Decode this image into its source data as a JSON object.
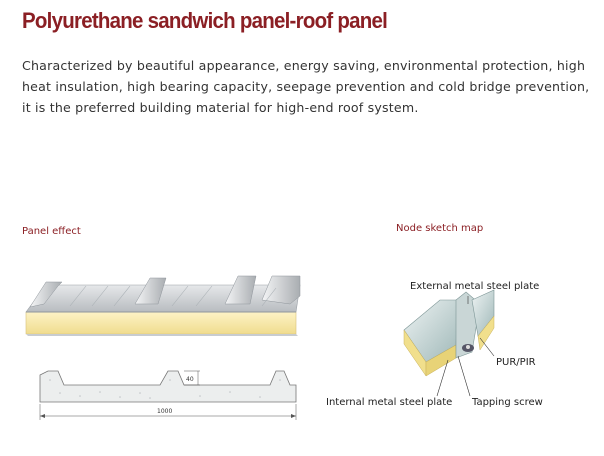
{
  "title": "Polyurethane sandwich panel-roof panel",
  "description": "Characterized by beautiful appearance, energy saving, environmental protection, high heat insulation, high bearing capacity, seepage prevention and cold bridge prevention, it is the preferred building material for high-end roof system.",
  "panel_effect": {
    "caption": "Panel effect",
    "rib_height": "40",
    "width": "1000"
  },
  "node_sketch": {
    "caption": "Node sketch map",
    "labels": {
      "external": "External metal steel plate",
      "core": "PUR/PIR",
      "internal": "Internal metal steel plate",
      "screw": "Tapping screw"
    }
  }
}
